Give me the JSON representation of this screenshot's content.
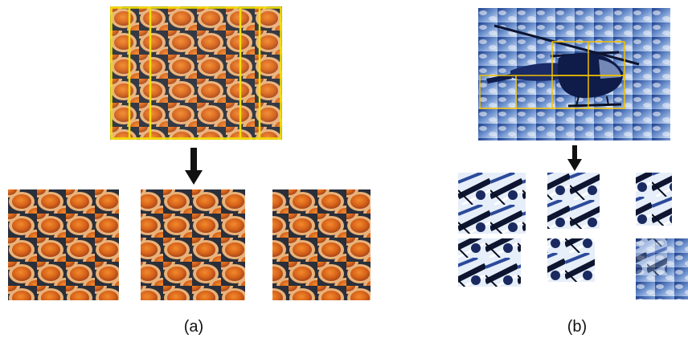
{
  "captions": {
    "a": "(a)",
    "b": "(b)"
  },
  "colors": {
    "grid_line": "#f2e000",
    "arrow": "#111111"
  },
  "panel_a": {
    "source_image": "tart-pastries-photo",
    "crops": [
      "tart-crop-1",
      "tart-crop-2",
      "tart-crop-3"
    ]
  },
  "panel_b": {
    "source_image": "helicopter-photo",
    "crops": [
      "heli-crop-1",
      "heli-crop-2",
      "heli-crop-3",
      "heli-crop-4",
      "heli-crop-5",
      "heli-crop-6"
    ]
  }
}
